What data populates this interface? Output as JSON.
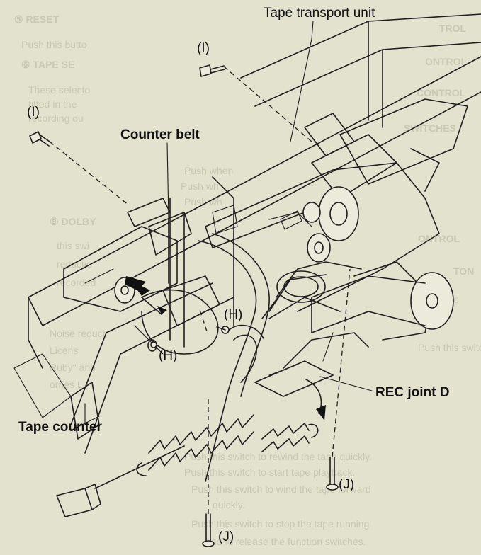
{
  "labels": {
    "tape_transport_unit": "Tape transport unit",
    "counter_belt": "Counter belt",
    "tape_counter": "Tape counter",
    "rec_joint_d": "REC joint D"
  },
  "screw_markers": {
    "i_top": "(I)",
    "i_left": "(I)",
    "h_right": "(H)",
    "h_left": "(H)",
    "j_right": "(J)",
    "j_bottom": "(J)"
  },
  "colors": {
    "paper": "#e3e2ce",
    "ink": "#1e1e1e",
    "bleed_through": "#c9c8b3"
  }
}
